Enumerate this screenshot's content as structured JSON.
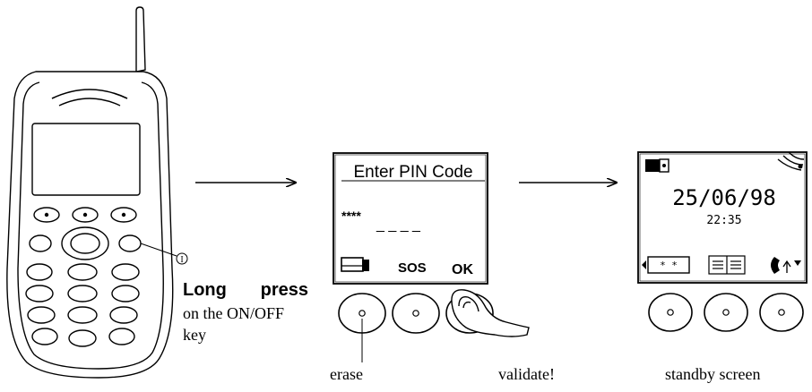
{
  "instruction": {
    "bold": "Long press",
    "line1_rest": "",
    "line2": "on the ON/OFF",
    "line3": "key"
  },
  "pin_screen": {
    "title": "Enter PIN Code",
    "entered": "****",
    "remaining": "_ _ _ _",
    "softkey_middle": "SOS",
    "softkey_right": "OK"
  },
  "standby": {
    "date": "25/06/98",
    "time": "22:35"
  },
  "captions": {
    "erase": "erase",
    "validate": "validate!",
    "standby": "standby screen"
  },
  "callout_marker": "I"
}
